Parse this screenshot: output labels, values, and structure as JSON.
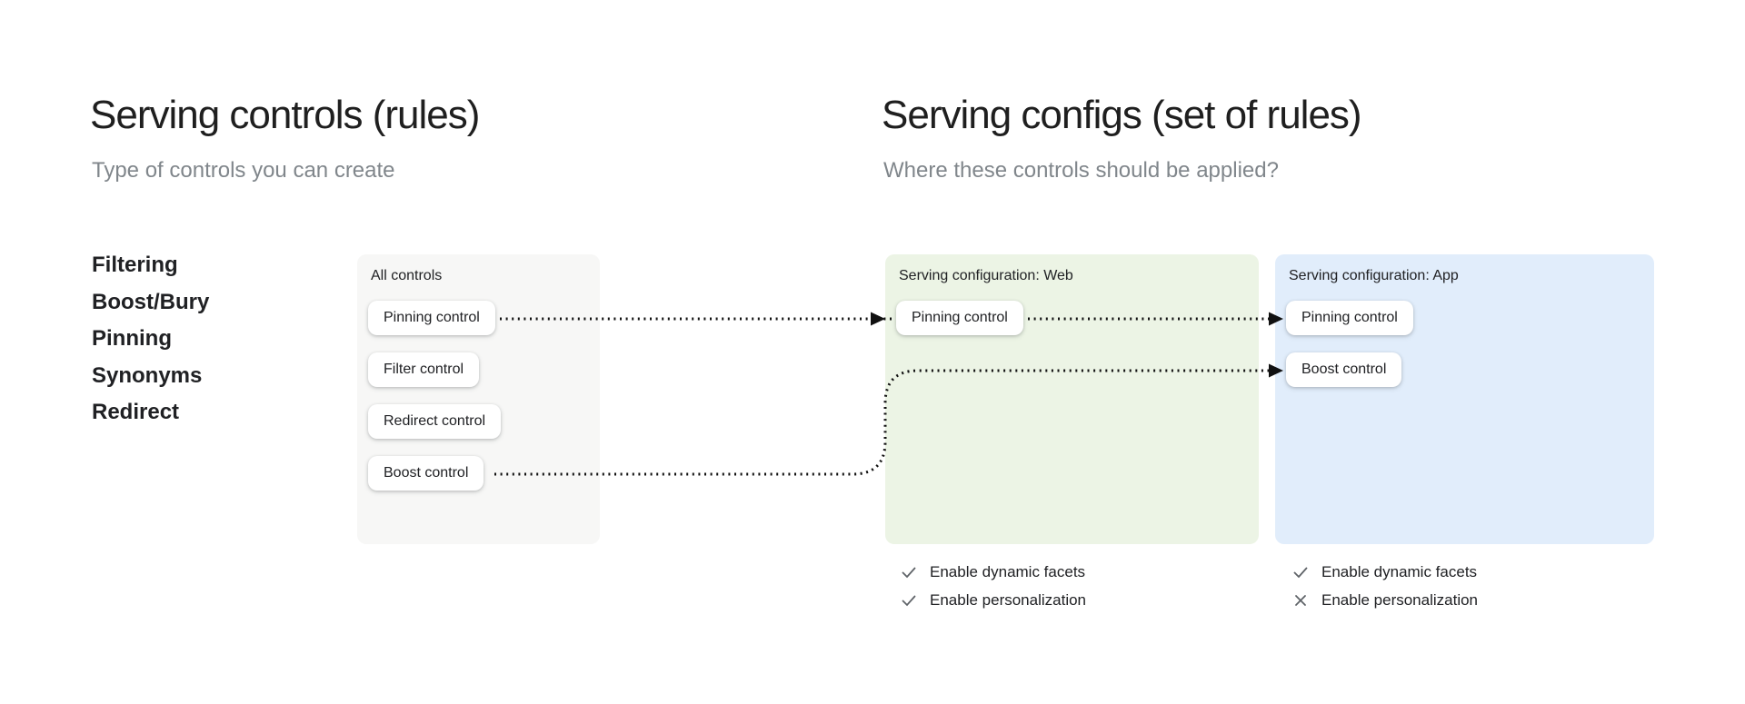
{
  "colors": {
    "background": "#ffffff",
    "heading_text": "#1f1f1f",
    "subtitle_text": "#80868b",
    "body_text": "#202124",
    "all_controls_card_bg": "#f7f7f6",
    "web_card_bg": "#ecf4e5",
    "app_card_bg": "#e1edfb",
    "chip_bg": "#ffffff",
    "arrow": "#111111",
    "footer_icon": "#5f6368"
  },
  "left_section": {
    "title": "Serving controls (rules)",
    "subtitle": "Type of controls you can create",
    "control_types": [
      "Filtering",
      "Boost/Bury",
      "Pinning",
      "Synonyms",
      "Redirect"
    ]
  },
  "right_section": {
    "title": "Serving configs (set of rules)",
    "subtitle": "Where these controls should be applied?"
  },
  "cards": {
    "all_controls": {
      "label": "All controls",
      "chips": [
        "Pinning control",
        "Filter control",
        "Redirect control",
        "Boost control"
      ]
    },
    "web": {
      "label": "Serving configuration: Web",
      "chips": [
        "Pinning control"
      ],
      "options": [
        {
          "icon": "check-icon",
          "text": "Enable dynamic facets"
        },
        {
          "icon": "check-icon",
          "text": "Enable personalization"
        }
      ]
    },
    "app": {
      "label": "Serving configuration: App",
      "chips": [
        "Pinning control",
        "Boost control"
      ],
      "options": [
        {
          "icon": "check-icon",
          "text": "Enable dynamic facets"
        },
        {
          "icon": "cross-icon",
          "text": "Enable personalization"
        }
      ]
    }
  }
}
